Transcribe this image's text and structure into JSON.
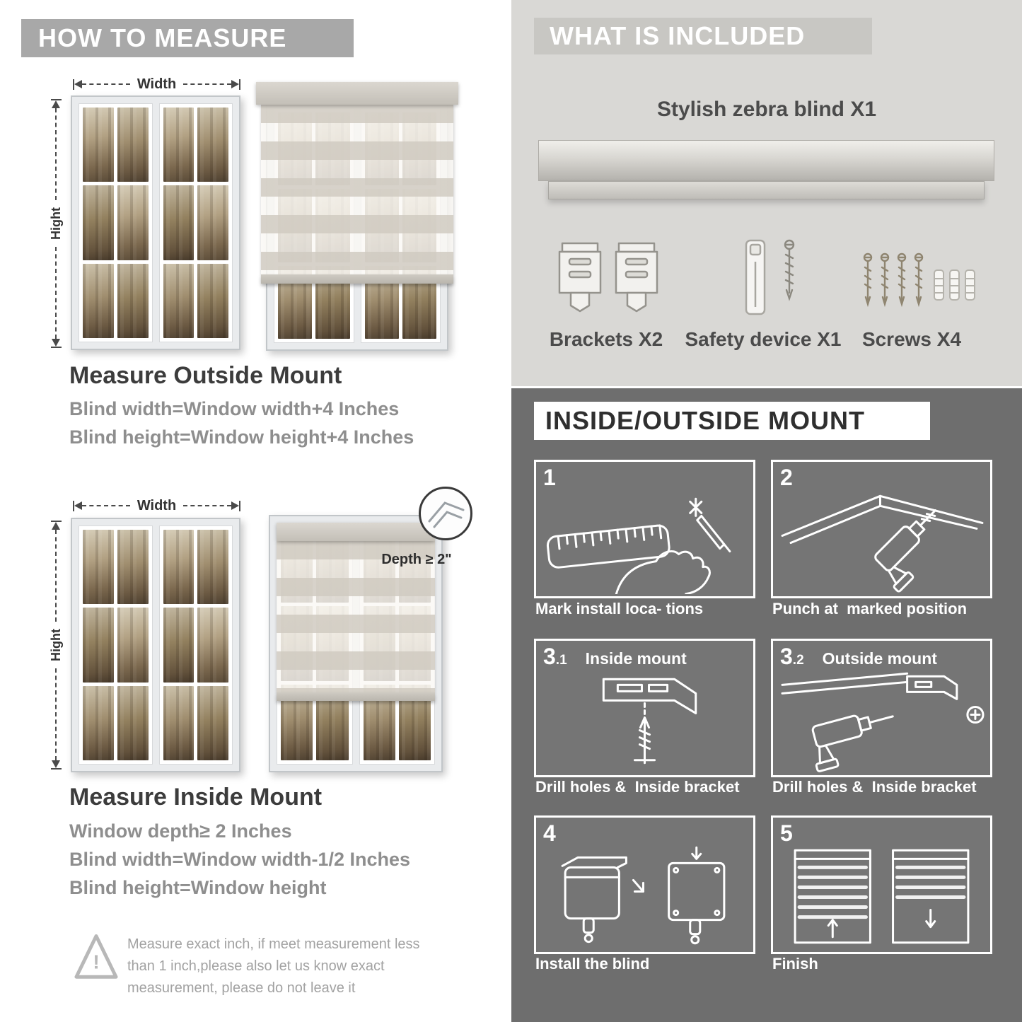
{
  "how_to_measure": {
    "title": "HOW TO MEASURE",
    "width_label": "Width",
    "height_label": "Hight",
    "outside": {
      "heading": "Measure Outside Mount",
      "lines": [
        "Blind width=Window width+4 Inches",
        "Blind height=Window height+4 Inches"
      ]
    },
    "inside": {
      "heading": "Measure Inside Mount",
      "depth_note": "Depth ≥ 2\"",
      "lines": [
        "Window depth≥ 2 Inches",
        "Blind width=Window width-1/2 Inches",
        "Blind height=Window height"
      ]
    },
    "warning": {
      "mark": "!",
      "line1": "Measure exact inch, if meet measurement less",
      "line2": "than 1 inch,please also let us know exact",
      "line3": "measurement, please do not leave it"
    }
  },
  "included": {
    "title": "WHAT IS INCLUDED",
    "product": "Stylish zebra blind X1",
    "labels": [
      "Brackets X2",
      "Safety device X1",
      "Screws X4"
    ]
  },
  "mount": {
    "title": "INSIDE/OUTSIDE MOUNT",
    "steps": [
      {
        "num": "1",
        "sub": "",
        "label": "",
        "caption": "Mark install loca- tions"
      },
      {
        "num": "2",
        "sub": "",
        "label": "",
        "caption": "Punch at  marked position"
      },
      {
        "num": "3",
        "sub": ".1",
        "label": "Inside mount",
        "caption": "Drill holes &  Inside bracket"
      },
      {
        "num": "3",
        "sub": ".2",
        "label": "Outside mount",
        "caption": "Drill holes &  Inside bracket"
      },
      {
        "num": "4",
        "sub": "",
        "label": "",
        "caption": "Install the blind"
      },
      {
        "num": "5",
        "sub": "",
        "label": "",
        "caption": "Finish"
      }
    ]
  }
}
